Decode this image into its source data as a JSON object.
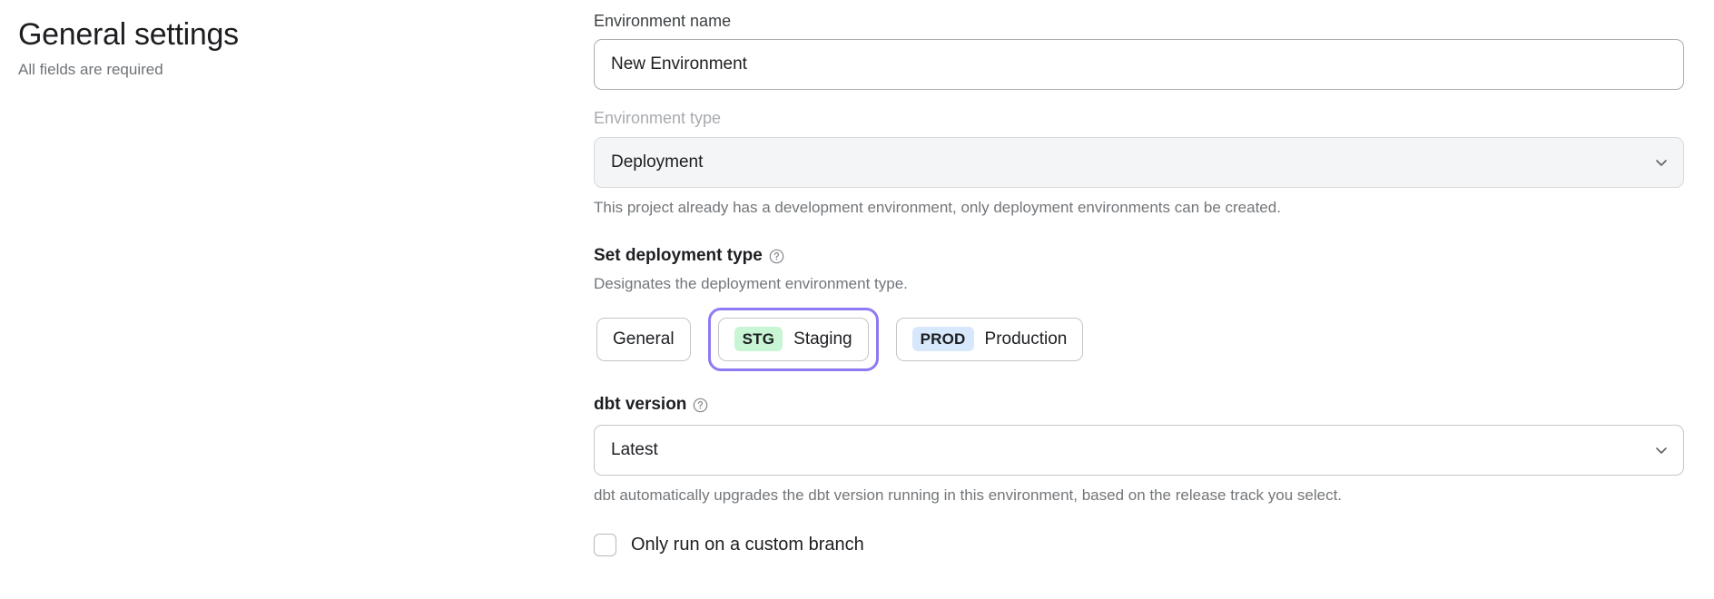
{
  "header": {
    "title": "General settings",
    "subtitle": "All fields are required"
  },
  "form": {
    "environment_name": {
      "label": "Environment name",
      "value": "New Environment",
      "placeholder": "Environment name"
    },
    "environment_type": {
      "label": "Environment type",
      "value": "Deployment",
      "disabled": true,
      "helper": "This project already has a development environment, only deployment environments can be created.",
      "chevron_icon": "chevron-down-icon"
    },
    "deployment_type": {
      "heading": "Set deployment type",
      "help_icon": "help-circle-icon",
      "description": "Designates the deployment environment type.",
      "options": [
        {
          "badge": "",
          "label": "General",
          "selected": false,
          "focused": false
        },
        {
          "badge": "STG",
          "label": "Staging",
          "selected": false,
          "focused": true
        },
        {
          "badge": "PROD",
          "label": "Production",
          "selected": false,
          "focused": false
        }
      ]
    },
    "dbt_version": {
      "heading": "dbt version",
      "help_icon": "help-circle-icon",
      "value": "Latest",
      "helper": "dbt automatically upgrades the dbt version running in this environment, based on the release track you select.",
      "chevron_icon": "chevron-down-icon"
    },
    "custom_branch": {
      "label": "Only run on a custom branch",
      "checked": false
    }
  },
  "colors": {
    "focus_ring": "#8c7bf2",
    "badge_stg_bg": "#c8f5d4",
    "badge_prod_bg": "#d8e8fc",
    "disabled_bg": "#f4f5f6",
    "muted_text": "#72767a"
  }
}
